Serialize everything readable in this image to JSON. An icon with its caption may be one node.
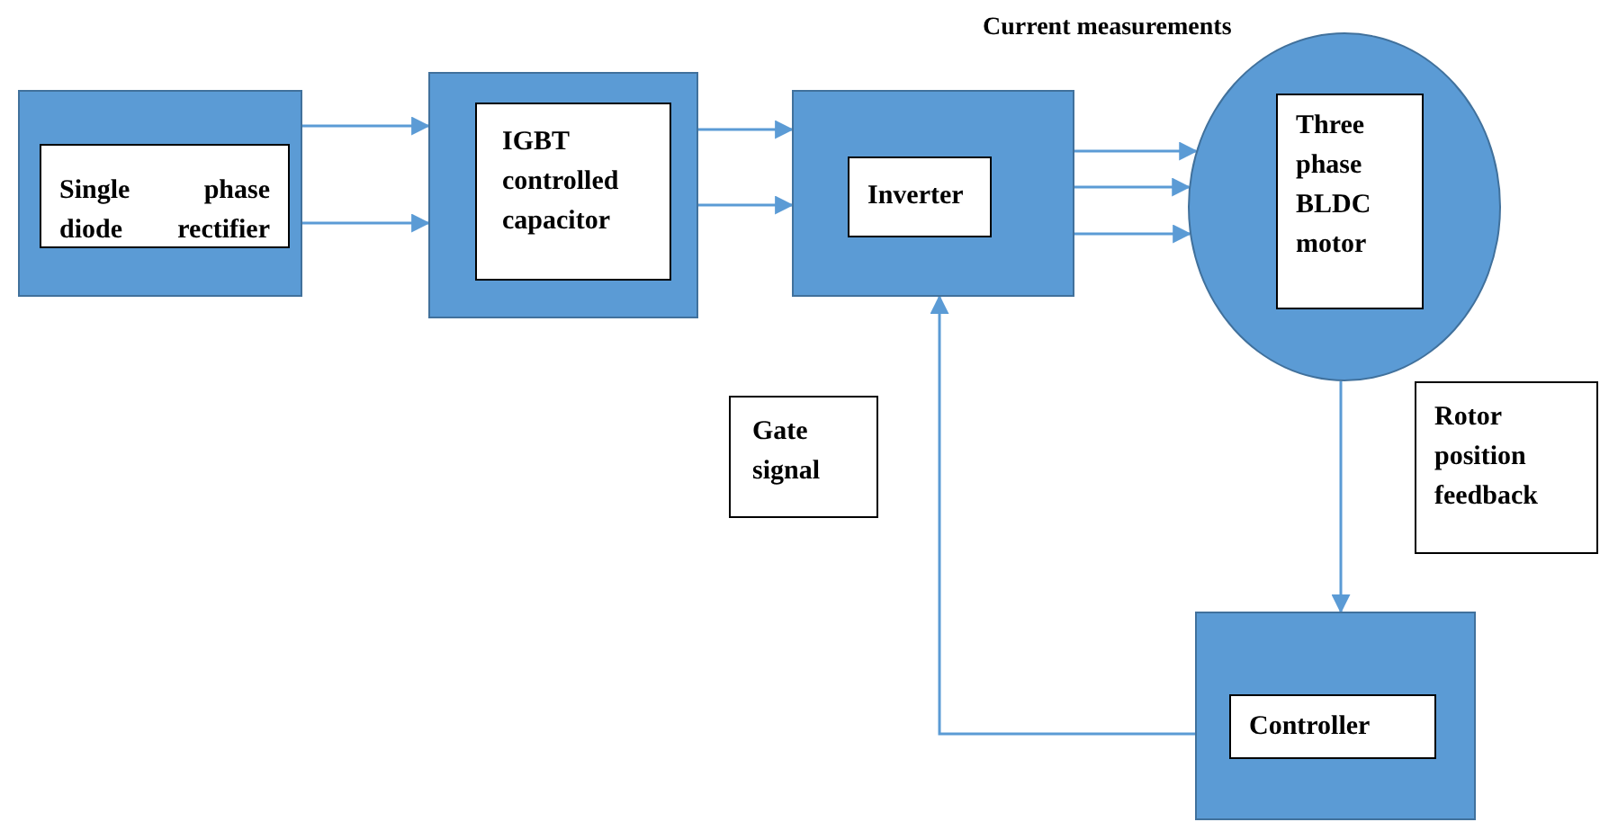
{
  "diagram": {
    "nodes": [
      {
        "text": [],
        "shape": "box"
      },
      {
        "text": [
          "Single phase diode rectifier"
        ],
        "in": 0
      },
      {
        "text": [],
        "shape": "box"
      },
      {
        "text": [
          "IGBT controlled capacitor"
        ],
        "in": 2
      },
      {
        "text": [],
        "shape": "box"
      },
      {
        "text": [
          "Inverter"
        ],
        "in": 4
      },
      {
        "text": [],
        "shape": "circle"
      },
      {
        "text": [
          "Three phase BLDC motor"
        ],
        "in": 6
      },
      {
        "text": [
          "Gate signal"
        ]
      },
      {
        "text": [
          "Rotor position feedback"
        ]
      },
      {
        "text": [],
        "shape": "box"
      },
      {
        "text": [
          "Controller"
        ],
        "in": 10
      }
    ],
    "edges": [
      {
        "from": 0,
        "to": 2,
        "arrow": "to"
      },
      {
        "from": 0,
        "to": 2,
        "arrow": "to"
      },
      {
        "from": 2,
        "to": 4,
        "arrow": "to"
      },
      {
        "from": 2,
        "to": 4,
        "arrow": "to"
      },
      {
        "from": 4,
        "to": 6,
        "arrow": "to"
      },
      {
        "from": 4,
        "to": 6,
        "arrow": "to"
      },
      {
        "from": 4,
        "to": 6,
        "arrow": "to"
      },
      {
        "from": 6,
        "to": 10,
        "arrow": "to"
      },
      {
        "from": 10,
        "to": 4,
        "arrow": "to"
      }
    ],
    "labels": [
      "Current measurements"
    ]
  }
}
